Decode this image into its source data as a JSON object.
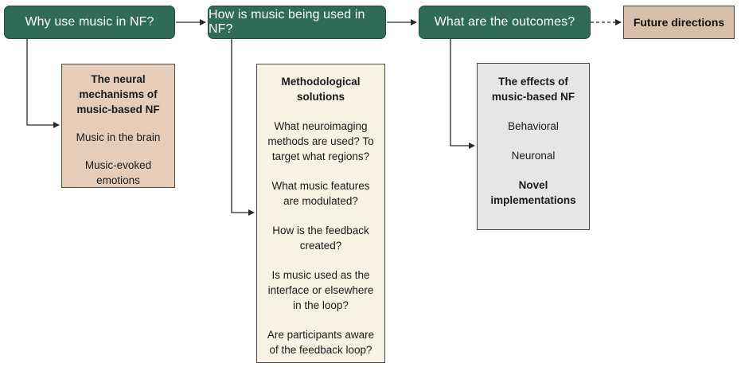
{
  "headers": {
    "why": "Why use music in NF?",
    "how": "How is music being used in NF?",
    "outcomes": "What are the outcomes?",
    "future": "Future directions"
  },
  "box_mechanisms": {
    "title": "The neural mechanisms of music-based NF",
    "item1": "Music in the brain",
    "item2": "Music-evoked emotions"
  },
  "box_methods": {
    "title": "Methodological solutions",
    "q1": "What neuroimaging methods are used? To target what regions?",
    "q2": "What music features are modulated?",
    "q3": "How is the feedback created?",
    "q4": "Is music used as the interface or elsewhere in the loop?",
    "q5": "Are participants aware of the feedback loop?"
  },
  "box_effects": {
    "title": "The effects of music-based NF",
    "item1": "Behavioral",
    "item2": "Neuronal",
    "title2": "Novel implementations"
  },
  "colors": {
    "header_fill": "#2f6b57",
    "mechanisms_fill": "#e5cdb9",
    "methods_fill": "#f7f2e1",
    "effects_fill": "#e6e6e6",
    "future_fill": "#d7bfa9"
  }
}
